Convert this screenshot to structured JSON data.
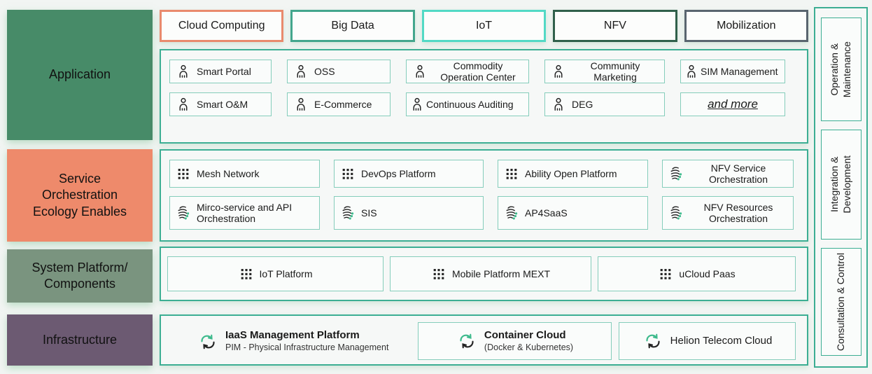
{
  "colors": {
    "section_border": "#3cae93",
    "item_border": "#85cdbb",
    "accent_green": "#3dba8c",
    "application_bg": "#478b68",
    "service_bg": "#ee8a6b",
    "system_bg": "#7a947f",
    "infrastructure_bg": "#6c5a72",
    "chip_cloud_computing": "#e98a6d",
    "chip_big_data": "#43a68d",
    "chip_iot": "#52d9c5",
    "chip_nfv": "#30604b",
    "chip_mobilization": "#59656f"
  },
  "left_column": {
    "rows": [
      {
        "label": "Application",
        "color": "#478b68"
      },
      {
        "label": "Service\nOrchestration\nEcology Enables",
        "color": "#ee8a6b"
      },
      {
        "label": "System Platform/\nComponents",
        "color": "#7a947f"
      },
      {
        "label": "Infrastructure",
        "color": "#6c5a72"
      }
    ]
  },
  "top_buttons": [
    {
      "label": "Cloud Computing",
      "border_color": "#e98a6d"
    },
    {
      "label": "Big Data",
      "border_color": "#43a68d"
    },
    {
      "label": "IoT",
      "border_color": "#52d9c5"
    },
    {
      "label": "NFV",
      "border_color": "#30604b"
    },
    {
      "label": "Mobilization",
      "border_color": "#59656f"
    }
  ],
  "application": {
    "items": [
      {
        "label": "Smart Portal",
        "icon": "person-icon"
      },
      {
        "label": "OSS",
        "icon": "person-icon"
      },
      {
        "label": "Commodity Operation Center",
        "icon": "person-icon"
      },
      {
        "label": "Community Marketing",
        "icon": "person-icon"
      },
      {
        "label": "SIM Management",
        "icon": "person-icon"
      },
      {
        "label": "Smart O&M",
        "icon": "person-icon"
      },
      {
        "label": "E-Commerce",
        "icon": "person-icon"
      },
      {
        "label": "Continuous Auditing",
        "icon": "person-icon"
      },
      {
        "label": "DEG",
        "icon": "person-icon"
      },
      {
        "label": "and more",
        "icon": "none",
        "emphasis": "italic-underline"
      }
    ]
  },
  "service_orchestration": {
    "items": [
      {
        "label": "Mesh Network",
        "icon": "grid-icon"
      },
      {
        "label": "DevOps Platform",
        "icon": "grid-icon"
      },
      {
        "label": "Ability Open Platform",
        "icon": "grid-icon"
      },
      {
        "label": "NFV Service Orchestration",
        "icon": "orchestration-icon"
      },
      {
        "label": "Mirco-service and API Orchestration",
        "icon": "orchestration-icon"
      },
      {
        "label": "SIS",
        "icon": "orchestration-icon"
      },
      {
        "label": "AP4SaaS",
        "icon": "orchestration-icon"
      },
      {
        "label": "NFV Resources Orchestration",
        "icon": "orchestration-icon"
      }
    ]
  },
  "system_platform": {
    "items": [
      {
        "label": "IoT Platform",
        "icon": "grid-icon"
      },
      {
        "label": "Mobile Platform MEXT",
        "icon": "grid-icon"
      },
      {
        "label": "uCloud Paas",
        "icon": "grid-icon"
      }
    ]
  },
  "infrastructure": {
    "items": [
      {
        "title": "IaaS Management Platform",
        "subtitle": "PIM - Physical Infrastructure Management",
        "icon": "cloud-sync-icon",
        "boxed": false
      },
      {
        "title": "Container Cloud",
        "subtitle": "(Docker & Kubernetes)",
        "icon": "cloud-sync-icon",
        "boxed": true
      },
      {
        "title": "Helion Telecom Cloud",
        "subtitle": "",
        "icon": "cloud-sync-icon",
        "boxed": true
      }
    ]
  },
  "right_column": {
    "items": [
      {
        "label": "Operation &\nMaintenance"
      },
      {
        "label": "Integration &\nDevelopment"
      },
      {
        "label": "Consultation & Control"
      }
    ]
  }
}
